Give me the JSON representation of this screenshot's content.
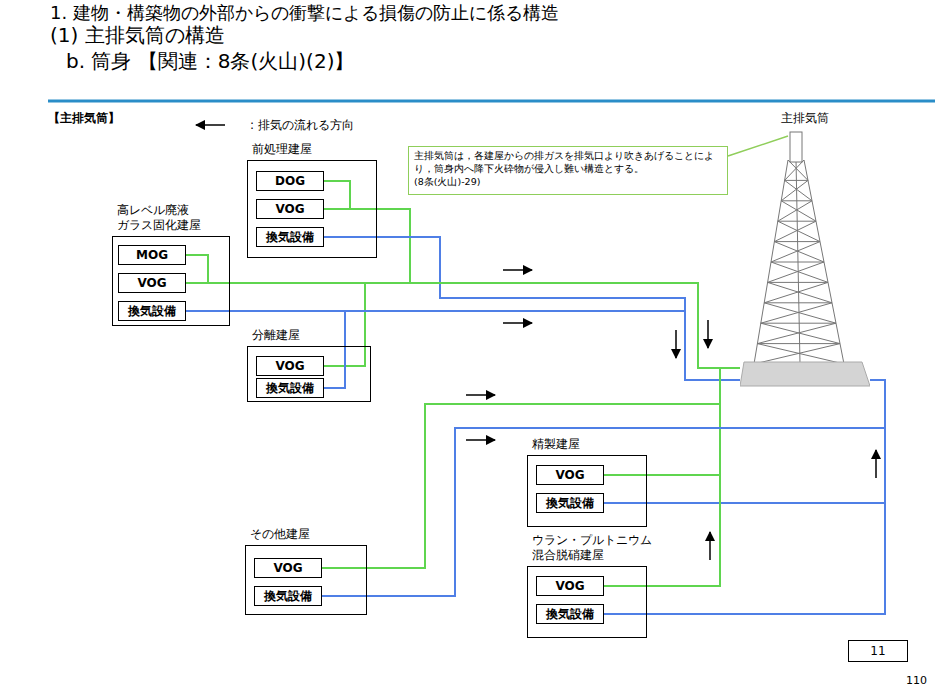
{
  "diagram": {
    "title": "1. 建物・構築物の外部からの衝撃による損傷の防止に係る構造",
    "nodes": [
      {
        "text": [
          "前処理建屋"
        ]
      },
      {
        "text": [
          "DOG"
        ],
        "in": 0
      },
      {
        "text": [
          "VOG"
        ],
        "in": 0
      },
      {
        "text": [
          "換気設備"
        ],
        "in": 0
      },
      {
        "text": [
          "高レベル廃液 ガラス固化建屋"
        ]
      },
      {
        "text": [
          "MOG"
        ],
        "in": 4
      },
      {
        "text": [
          "VOG"
        ],
        "in": 4
      },
      {
        "text": [
          "換気設備"
        ],
        "in": 4
      },
      {
        "text": [
          "分離建屋"
        ]
      },
      {
        "text": [
          "VOG"
        ],
        "in": 8
      },
      {
        "text": [
          "換気設備"
        ],
        "in": 8
      },
      {
        "text": [
          "精製建屋"
        ]
      },
      {
        "text": [
          "VOG"
        ],
        "in": 11
      },
      {
        "text": [
          "換気設備"
        ],
        "in": 11
      },
      {
        "text": [
          "ウラン・プルトニウム 混合脱硝建屋"
        ]
      },
      {
        "text": [
          "VOG"
        ],
        "in": 14
      },
      {
        "text": [
          "換気設備"
        ],
        "in": 14
      },
      {
        "text": [
          "その他建屋"
        ]
      },
      {
        "text": [
          "VOG"
        ],
        "in": 17
      },
      {
        "text": [
          "換気設備"
        ],
        "in": 17
      },
      {
        "text": [
          "主排気筒"
        ]
      },
      {
        "text": [
          "主排気筒は，各建屋からの排ガスを排気口より吹きあげることにより，筒身内へ降下火砕物が侵入し難い構造とする。",
          "(8条(火山)-29)"
        ]
      }
    ],
    "edges": [
      {
        "from": 1,
        "to": 20,
        "arrow": "none"
      },
      {
        "from": 2,
        "to": 20,
        "arrow": "none"
      },
      {
        "from": 3,
        "to": 20,
        "arrow": "none"
      },
      {
        "from": 5,
        "to": 20,
        "arrow": "none"
      },
      {
        "from": 6,
        "to": 20,
        "arrow": "none"
      },
      {
        "from": 7,
        "to": 20,
        "arrow": "none"
      },
      {
        "from": 9,
        "to": 20,
        "arrow": "none"
      },
      {
        "from": 10,
        "to": 20,
        "arrow": "none"
      },
      {
        "from": 12,
        "to": 20,
        "arrow": "none"
      },
      {
        "from": 13,
        "to": 20,
        "arrow": "none"
      },
      {
        "from": 15,
        "to": 20,
        "arrow": "none"
      },
      {
        "from": 16,
        "to": 20,
        "arrow": "none"
      },
      {
        "from": 18,
        "to": 20,
        "arrow": "none"
      },
      {
        "from": 19,
        "to": 20,
        "arrow": "none"
      },
      {
        "from": 21,
        "to": 20,
        "arrow": "none"
      }
    ],
    "labels": [
      "(1) 主排気筒の構造",
      "b. 筒身 【関連：8条(火山)(2)】",
      "【主排気筒】",
      "11",
      "110"
    ],
    "legend": [
      {
        "text": ": 排気の流れる方向"
      }
    ]
  }
}
